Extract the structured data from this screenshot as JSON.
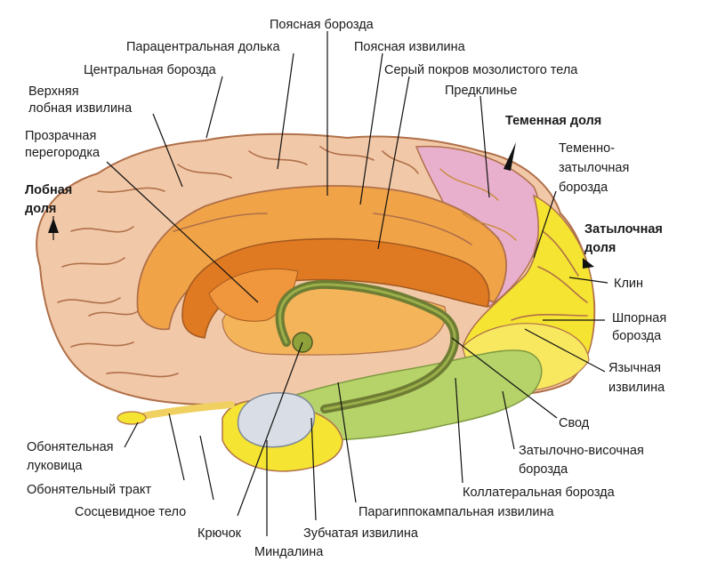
{
  "labels": {
    "cingulate_sulcus": "Поясная борозда",
    "paracentral_lobule": "Парацентральная долька",
    "cingulate_gyrus": "Поясная извилина",
    "central_sulcus": "Центральная борозда",
    "indusium_griseum": "Серый покров мозолистого тела",
    "sup_frontal_1": "Верхняя",
    "sup_frontal_2": "лобная извилина",
    "precuneus": "Предклинье",
    "parietal_lobe": "Теменная доля",
    "septum_1": "Прозрачная",
    "septum_2": "перегородка",
    "parieto_occ_1": "Теменно-",
    "parieto_occ_2": "затылочная",
    "parieto_occ_3": "борозда",
    "frontal_lobe_1": "Лобная",
    "frontal_lobe_2": "доля",
    "occipital_lobe_1": "Затылочная",
    "occipital_lobe_2": "доля",
    "cuneus": "Клин",
    "calcarine_1": "Шпорная",
    "calcarine_2": "борозда",
    "lingual_1": "Язычная",
    "lingual_2": "извилина",
    "fornix": "Свод",
    "olf_bulb_1": "Обонятельная",
    "olf_bulb_2": "луковица",
    "occ_temp_1": "Затылочно-височная",
    "occ_temp_2": "борозда",
    "olf_tract": "Обонятельный тракт",
    "collateral": "Коллатеральная борозда",
    "mammillary": "Сосцевидное тело",
    "parahippocampal": "Парагиппокампальная извилина",
    "uncus": "Крючок",
    "dentate": "Зубчатая извилина",
    "amygdala": "Миндалина"
  },
  "colors": {
    "frontal_cortex": "#f2c9a8",
    "cingulate": "#f0a347",
    "callosum": "#e07a22",
    "precuneus": "#e8b0cc",
    "occipital": "#f5e431",
    "lingual": "#f7e860",
    "parahippocampal": "#b6d36a",
    "fornix": "#6e7d33",
    "amygdala": "#d9dee6",
    "outline": "#b0704a"
  }
}
